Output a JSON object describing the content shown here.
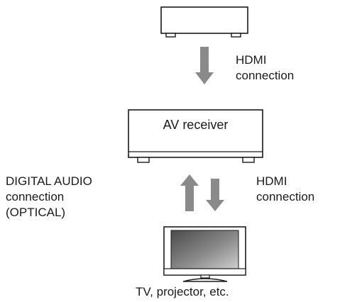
{
  "labels": {
    "hdmi_top": [
      "HDMI",
      "connection"
    ],
    "receiver": "AV receiver",
    "digital_audio": [
      "DIGITAL AUDIO",
      "connection",
      "(OPTICAL)"
    ],
    "hdmi_bottom": [
      "HDMI",
      "connection"
    ],
    "tv": "TV, projector, etc."
  },
  "colors": {
    "arrow": "#8a8a8a",
    "outline": "#1a1a1a",
    "screen": "#5a5a5a",
    "screen_gradient": "#c8c8c8"
  }
}
